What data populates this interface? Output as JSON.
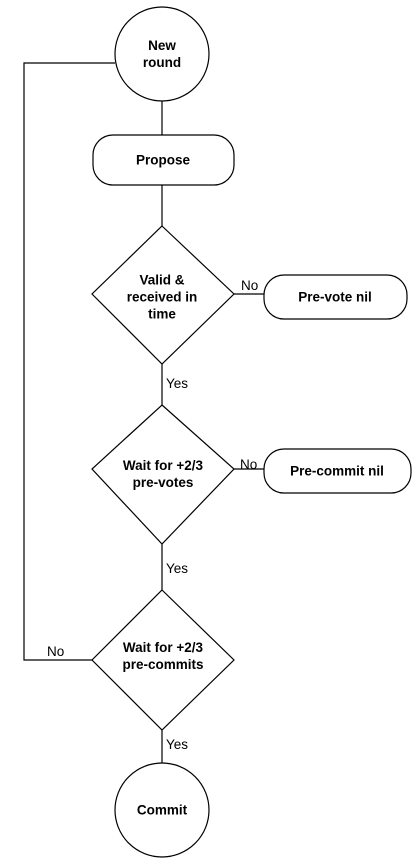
{
  "nodes": {
    "new_round": "New round",
    "propose": "Propose",
    "valid_received": "Valid & received in time",
    "prevote_nil": "Pre-vote nil",
    "wait_prevotes": "Wait for +2/3 pre-votes",
    "precommit_nil": "Pre-commit nil",
    "wait_precommits": "Wait for +2/3 pre-commits",
    "commit": "Commit"
  },
  "edges": {
    "valid_no": "No",
    "valid_yes": "Yes",
    "prevotes_no": "No",
    "prevotes_yes": "Yes",
    "precommits_no": "No",
    "precommits_yes": "Yes"
  }
}
